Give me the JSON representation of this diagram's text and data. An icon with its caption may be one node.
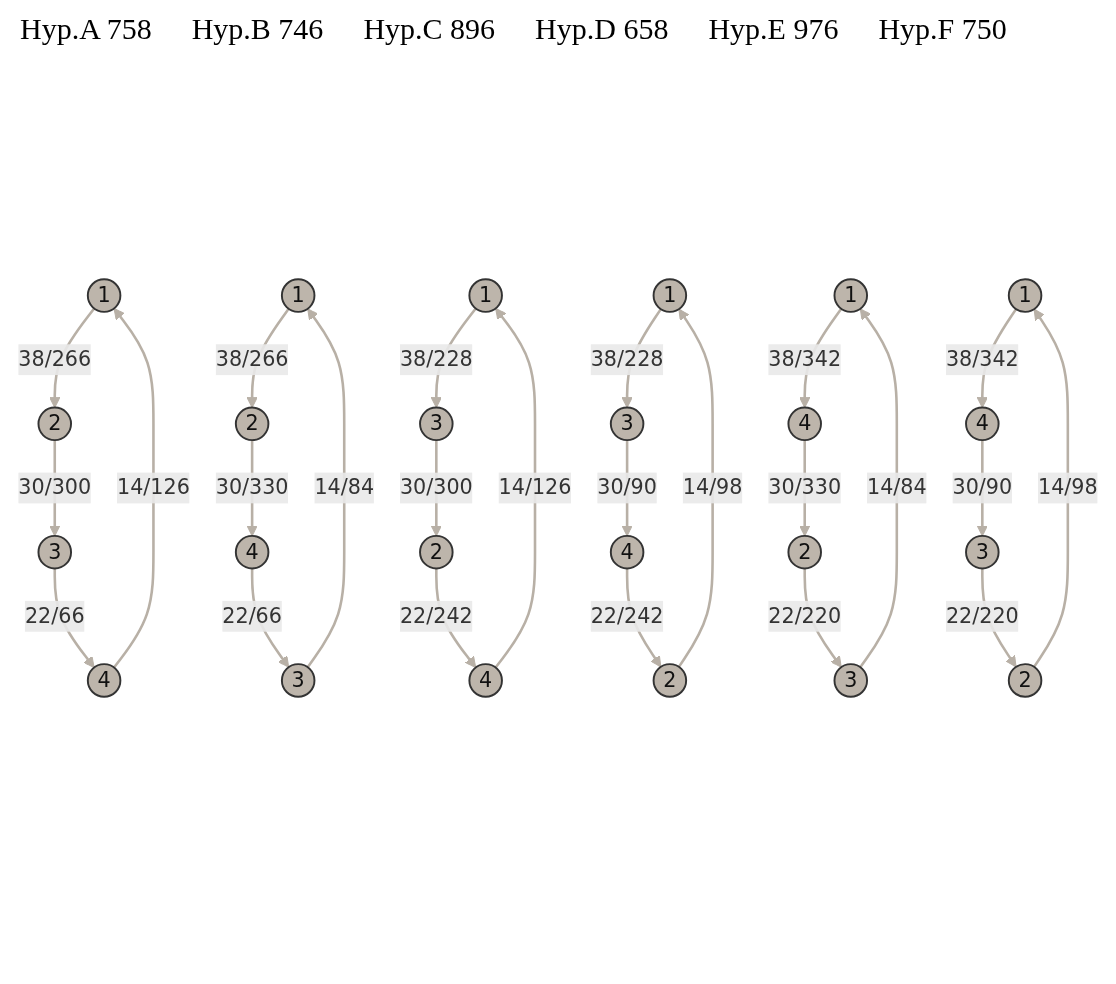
{
  "diagram": {
    "nodes": [
      {
        "text": [
          "1"
        ]
      },
      {
        "text": [
          "2"
        ]
      },
      {
        "text": [
          "3"
        ]
      },
      {
        "text": [
          "4"
        ]
      },
      {
        "text": [
          "1"
        ]
      },
      {
        "text": [
          "2"
        ]
      },
      {
        "text": [
          "3"
        ]
      },
      {
        "text": [
          "4"
        ]
      },
      {
        "text": [
          "1"
        ]
      },
      {
        "text": [
          "2"
        ]
      },
      {
        "text": [
          "3"
        ]
      },
      {
        "text": [
          "4"
        ]
      },
      {
        "text": [
          "1"
        ]
      },
      {
        "text": [
          "2"
        ]
      },
      {
        "text": [
          "3"
        ]
      },
      {
        "text": [
          "4"
        ]
      },
      {
        "text": [
          "1"
        ]
      },
      {
        "text": [
          "2"
        ]
      },
      {
        "text": [
          "3"
        ]
      },
      {
        "text": [
          "4"
        ]
      },
      {
        "text": [
          "1"
        ]
      },
      {
        "text": [
          "2"
        ]
      },
      {
        "text": [
          "3"
        ]
      },
      {
        "text": [
          "4"
        ]
      }
    ],
    "edges": [
      {
        "from": 0,
        "to": 1,
        "arrow": "to",
        "label": "38/266"
      },
      {
        "from": 3,
        "to": 0,
        "arrow": "to",
        "label": "14/126"
      },
      {
        "from": 1,
        "to": 2,
        "arrow": "to",
        "label": "30/300"
      },
      {
        "from": 2,
        "to": 3,
        "arrow": "to",
        "label": "22/66"
      },
      {
        "from": 4,
        "to": 5,
        "arrow": "to",
        "label": "38/266"
      },
      {
        "from": 6,
        "to": 4,
        "arrow": "to",
        "label": "14/84"
      },
      {
        "from": 5,
        "to": 7,
        "arrow": "to",
        "label": "30/330"
      },
      {
        "from": 7,
        "to": 6,
        "arrow": "to",
        "label": "22/66"
      },
      {
        "from": 11,
        "to": 8,
        "arrow": "to",
        "label": "14/126"
      },
      {
        "from": 8,
        "to": 10,
        "arrow": "to",
        "label": "38/228"
      },
      {
        "from": 9,
        "to": 11,
        "arrow": "to",
        "label": "22/242"
      },
      {
        "from": 10,
        "to": 9,
        "arrow": "to",
        "label": "30/300"
      },
      {
        "from": 13,
        "to": 12,
        "arrow": "to",
        "label": "14/98"
      },
      {
        "from": 12,
        "to": 14,
        "arrow": "to",
        "label": "38/228"
      },
      {
        "from": 15,
        "to": 13,
        "arrow": "to",
        "label": "22/242"
      },
      {
        "from": 14,
        "to": 15,
        "arrow": "to",
        "label": "30/90"
      },
      {
        "from": 16,
        "to": 19,
        "arrow": "to",
        "label": "38/342"
      },
      {
        "from": 18,
        "to": 16,
        "arrow": "to",
        "label": "14/84"
      },
      {
        "from": 19,
        "to": 17,
        "arrow": "to",
        "label": "30/330"
      },
      {
        "from": 17,
        "to": 18,
        "arrow": "to",
        "label": "22/220"
      },
      {
        "from": 21,
        "to": 20,
        "arrow": "to",
        "label": "14/98"
      },
      {
        "from": 20,
        "to": 23,
        "arrow": "to",
        "label": "38/342"
      },
      {
        "from": 23,
        "to": 22,
        "arrow": "to",
        "label": "30/90"
      },
      {
        "from": 22,
        "to": 21,
        "arrow": "to",
        "label": "22/220"
      }
    ],
    "labels": [
      "Hyp.A 758",
      "Hyp.B 746",
      "Hyp.C 896",
      "Hyp.D 658",
      "Hyp.E 976",
      "Hyp.F 750"
    ]
  }
}
